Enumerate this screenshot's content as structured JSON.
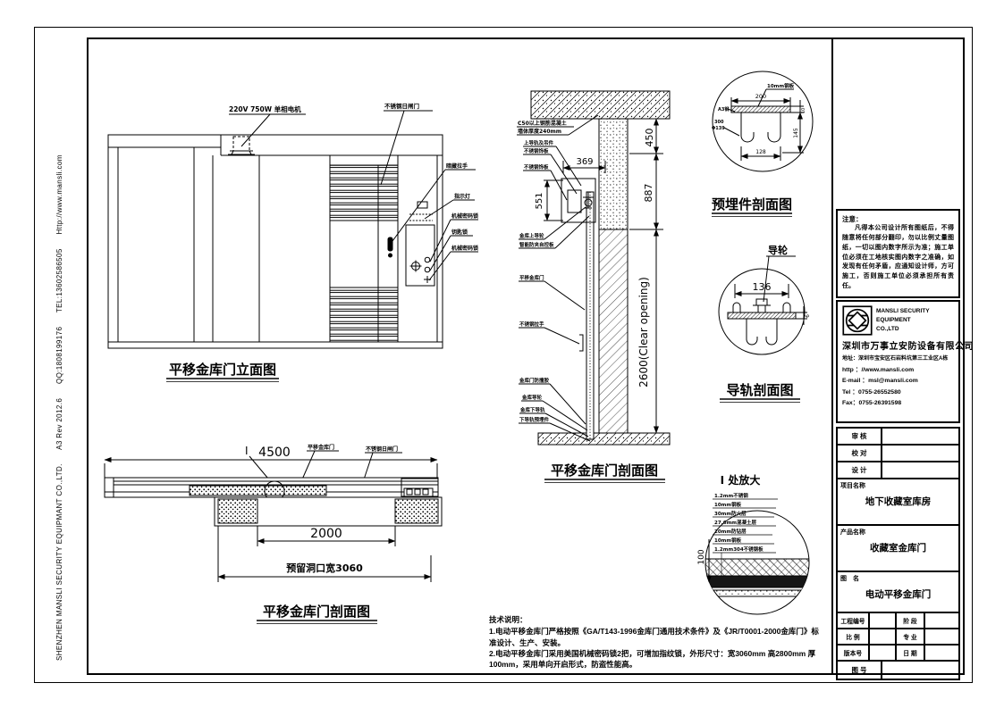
{
  "sheet": {
    "margin_note": "SHENZHEN MANSLI SECURITY EQUIPMANT CO.,LTD.      A3 Rev 2012.6      QQ:1808199176      TEL:13602586505      Http://www.mansli.com"
  },
  "elevation": {
    "title": "平移金库门立面图",
    "motor_label": "220V 750W 单相电机",
    "gate_label": "不锈钢日闸门",
    "callouts": [
      "暗藏拉手",
      "指示灯",
      "机械密码锁",
      "钥匙锁",
      "机械密码锁"
    ]
  },
  "section": {
    "title": "平移金库门剖面图",
    "wall_note1": "C50以上钢筋混凝土",
    "wall_note2": "墙体厚度240mm",
    "callouts": [
      "上导轨及吊件",
      "不锈钢饰板",
      "不锈钢饰板",
      "金库上导轮",
      "智能防夹自控板",
      "平移金库门",
      "不锈钢拉手",
      "金库门防撞胶",
      "金库导轮",
      "金库下导轨",
      "下导轨预埋件"
    ],
    "dim_450": "450",
    "dim_887": "887",
    "dim_369": "369",
    "dim_551": "551",
    "dim_clear": "2600(Clear opening)"
  },
  "embed": {
    "title": "预埋件剖面图",
    "plate_label": "10mm钢板",
    "label_a3": "A3钢",
    "label_300": "300",
    "label_phi": "Φ139",
    "dim_200": "200",
    "dim_10": "10",
    "dim_145": "145",
    "dim_128": "128"
  },
  "rail": {
    "title": "导轨剖面图",
    "wheel_label": "导轮",
    "dim_136": "136",
    "dim_6": "6"
  },
  "plan": {
    "title": "平移金库门剖面图",
    "detail_mark": "I",
    "door_label": "平移金库门",
    "gate_label": "不锈钢日闸门",
    "dim_4500": "4500",
    "dim_2000": "2000",
    "dim_reserved": "预留洞口宽3060"
  },
  "detail": {
    "title": "I 处放大",
    "dim_100": "100",
    "layers": [
      "1.2mm不锈钢",
      "10mm钢板",
      "30mm防火层",
      "27.6mm混凝土层",
      "20mm防钻层",
      "10mm钢板",
      "1.2mm304不锈钢板"
    ]
  },
  "notes": {
    "heading": "技术说明：",
    "line1": "1.电动平移金库门严格按照《GA/T143-1996金库门通用技术条件》及《JR/T0001-2000金库门》标",
    "line2": "准设计、生产、安装。",
    "line3": "2.电动平移金库门采用美国机械密码锁2把，可增加指纹锁，外形尺寸：宽3060mm 高2800mm 厚",
    "line4": "100mm，采用单向开启形式，防盗性能高。"
  },
  "title_block": {
    "notice_heading": "注意：",
    "notice_body": "凡得本公司设计所有图纸后，不得随意将任何部分翻印，勿以比例丈量图纸，一切以图内数字所示为准；施工单位必须在工地核实图内数字之准确，如发现有任何矛盾，应通知设计师，方可施工，否则施工单位必须承担所有责任。",
    "company": {
      "en1": "MANSLI SECURITY",
      "en2": "EQUIPMENT",
      "en3": "CO.,LTD",
      "cn": "深圳市万事立安防设备有限公司",
      "address": "地址：深圳市宝安区石岩料坑第三工业区A栋",
      "web": "http ：//www.mansli.com",
      "email": "E-mail ：msl@mansli.com",
      "tel": "Tel ：0755-26552580",
      "fax": "Fax：0755-26391598"
    },
    "labels": {
      "review": "审 核",
      "check": "校 对",
      "design": "设 计",
      "project": "项目名称",
      "product": "产品名称",
      "drawing": "图　名",
      "proj_no": "工程编号",
      "stage": "阶 段",
      "scale": "比 例",
      "major": "专 业",
      "version": "版本号",
      "date": "日 期",
      "dwg_no": "图 号"
    },
    "values": {
      "project": "地下收藏室库房",
      "product": "收藏室金库门",
      "drawing": "电动平移金库门"
    }
  }
}
